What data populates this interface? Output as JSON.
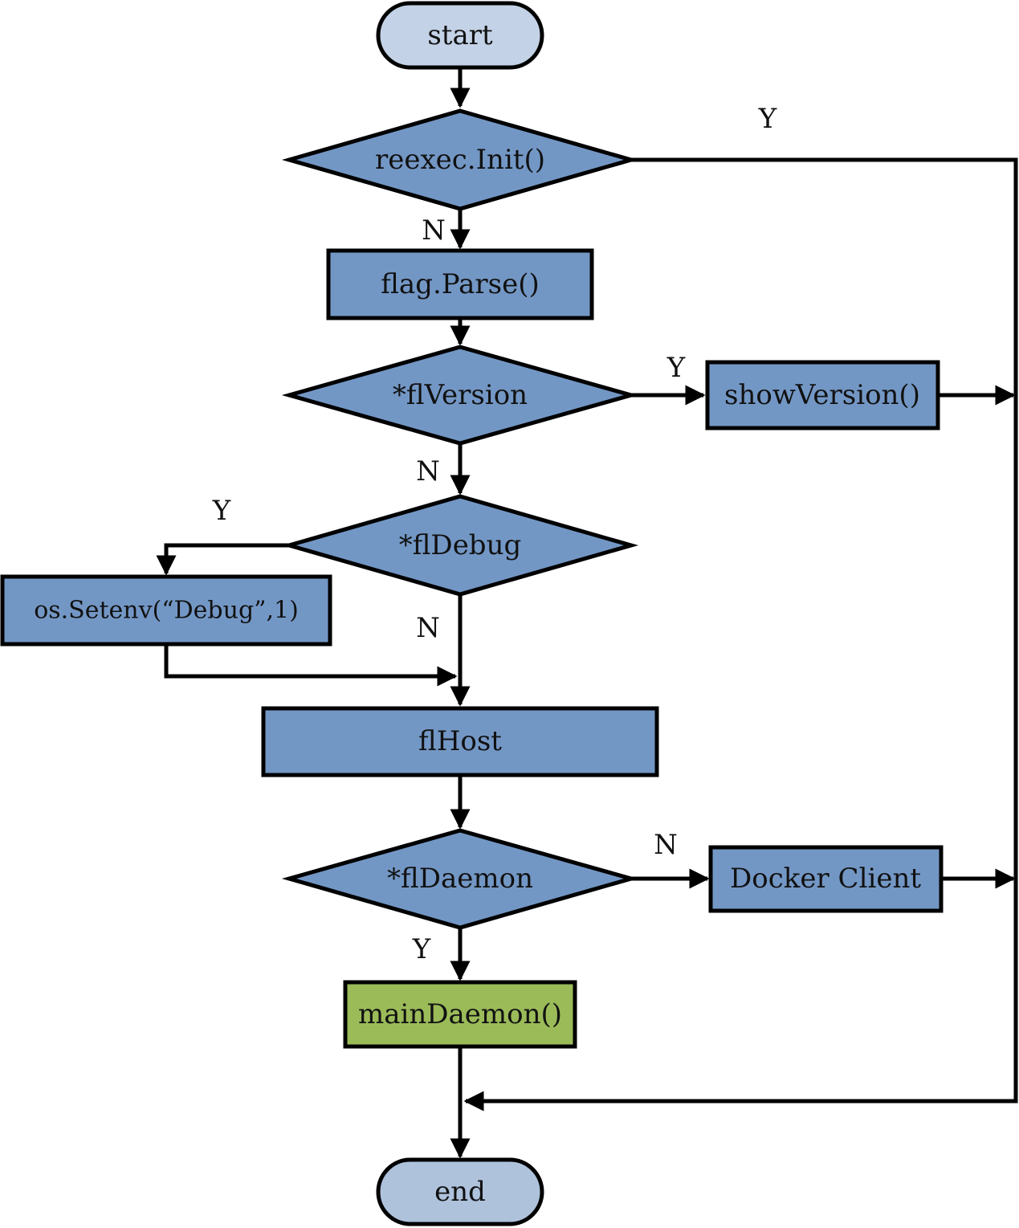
{
  "nodes": {
    "start": "start",
    "reexec": "reexec.Init()",
    "flag_parse": "flag.Parse()",
    "flversion": "*flVersion",
    "showversion": "showVersion()",
    "fldebug": "*flDebug",
    "setenv": "os.Setenv(“Debug”,1)",
    "flhost": "flHost",
    "fldaemon": "*flDaemon",
    "docker_client": "Docker Client",
    "maindaemon": "mainDaemon()",
    "end": "end"
  },
  "edges": {
    "reexec_yes": "Y",
    "reexec_no": "N",
    "flversion_yes": "Y",
    "flversion_no": "N",
    "fldebug_yes": "Y",
    "fldebug_no": "N",
    "fldaemon_no": "N",
    "fldaemon_yes": "Y"
  },
  "colors": {
    "process": "#7397c5",
    "highlight": "#9bbb59",
    "terminal": "#c3d2e6",
    "line": "#000000"
  }
}
